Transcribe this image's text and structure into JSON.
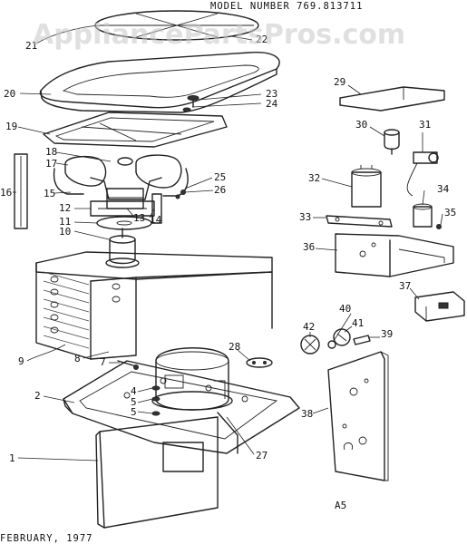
{
  "header": {
    "model": "MODEL NUMBER 769.813711"
  },
  "watermark": "AppliancePartsPros.com",
  "footer": {
    "date": "FEBRUARY, 1977",
    "code": "A5"
  },
  "callouts": {
    "c1": "1",
    "c2": "2",
    "c4": "4",
    "c5a": "5",
    "c5b": "5",
    "c7": "7",
    "c8": "8",
    "c9": "9",
    "c10": "10",
    "c11": "11",
    "c12": "12",
    "c13": "13",
    "c14": "14",
    "c15": "15",
    "c16": "16",
    "c17": "17",
    "c18": "18",
    "c19": "19",
    "c20": "20",
    "c21": "21",
    "c22": "22",
    "c23": "23",
    "c24": "24",
    "c25": "25",
    "c26": "26",
    "c27": "27",
    "c28": "28",
    "c29": "29",
    "c30": "30",
    "c31": "31",
    "c32": "32",
    "c33": "33",
    "c34": "34",
    "c35": "35",
    "c36": "36",
    "c37": "37",
    "c38": "38",
    "c39": "39",
    "c40": "40",
    "c41": "41",
    "c42": "42"
  }
}
